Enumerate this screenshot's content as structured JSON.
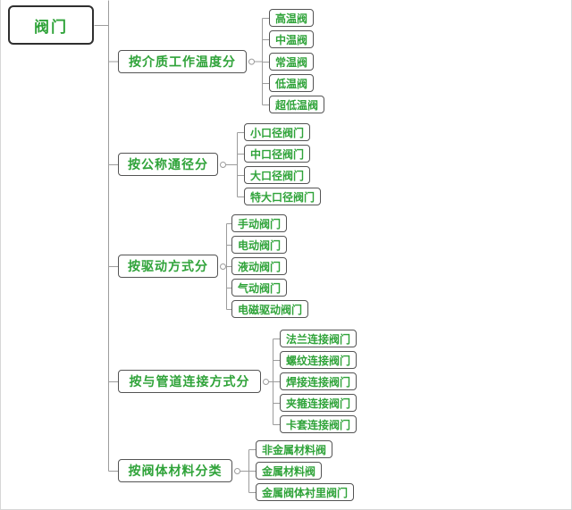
{
  "colors": {
    "node_text_green": "#2fa339",
    "box_border": "#545454",
    "root_border": "#2f2f2f",
    "connector_line": "#9c9c9c",
    "background": "#ffffff"
  },
  "tree": {
    "root": "阀门",
    "branches": [
      {
        "label": "按介质工作温度分",
        "children": [
          "高温阀",
          "中温阀",
          "常温阀",
          "低温阀",
          "超低温阀"
        ]
      },
      {
        "label": "按公称通径分",
        "children": [
          "小口径阀门",
          "中口径阀门",
          "大口径阀门",
          "特大口径阀门"
        ]
      },
      {
        "label": "按驱动方式分",
        "children": [
          "手动阀门",
          "电动阀门",
          "液动阀门",
          "气动阀门",
          "电磁驱动阀门"
        ]
      },
      {
        "label": "按与管道连接方式分",
        "children": [
          "法兰连接阀门",
          "螺纹连接阀门",
          "焊接连接阀门",
          "夹箍连接阀门",
          "卡套连接阀门"
        ]
      },
      {
        "label": "按阀体材料分类",
        "children": [
          "非金属材料阀",
          "金属材料阀",
          "金属阀体衬里阀门"
        ]
      }
    ]
  }
}
